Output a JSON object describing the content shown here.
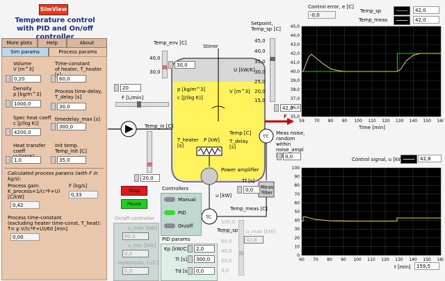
{
  "app": {
    "badge": "SimView",
    "title_line1": "Temperature control",
    "title_line2": "with PID and On/off controller"
  },
  "tabs": {
    "top": [
      "More plots",
      "Help",
      "About"
    ],
    "second": [
      "Sim params",
      "Process params"
    ]
  },
  "params": {
    "volume_label": "Volume\nV [m^3]",
    "volume": "0,20",
    "theater_label": "Time-constant\nof heater, T_heater [s]",
    "theater": "60,0",
    "density_label": "Density\np [kg/m^3]",
    "density": "1000,0",
    "delay_label": "Process time-delay,\nT_delay [s]",
    "delay": "30,0",
    "heatcoeff_label": "Spec heat coeff\nc [J/(kg K)]",
    "heatcoeff": "4200,0",
    "delaymax_label": "timedelay_max [s]",
    "delaymax": "300,0",
    "htc_label": "Heat transfer coeff\nU [kW/K]",
    "htc": "1,0",
    "inittemp_label": "Init temp.\nTemp_init [C]",
    "inittemp": "35,0",
    "calc_label": "Calculated process params (with F in kg/s):",
    "gain_label": "Process gain:\nK_process=1/(c*F+U)\n[C/kW]",
    "gain": "0,42",
    "fkgs_label": "F [kg/s]",
    "fkgs": "0,33",
    "ptc_label": "Process time-constant\n(excluding heater time-const, T_heat):\nT= p V/(c*F+U)/60 [min]",
    "ptc": "0,00"
  },
  "diagram": {
    "temp_env_label": "Temp_env [C]",
    "temp_env": "30,0",
    "stirrer": "Stirrer",
    "u_kwk": "U [kW/K]",
    "p_label": "p [kg/m^3]",
    "c_label": "c [J/(kg K)]",
    "v_label": "V [m^3]",
    "f_label": "F [L/min]",
    "f_value": "20",
    "temp_in_label": "Temp_in [C]",
    "temp_in": "20,0",
    "temp_c": "Temp [C]",
    "f_out": "F",
    "theater_lbl": "T_heater\n[s]",
    "p_kw": "P [kW]",
    "tdelay_lbl": "T_delay\n[s]",
    "power_amp": "Power amplifier",
    "u_kw": "u [kW]",
    "setpoint_label": "Setpoint,\nTemp_sp [C]",
    "setpoint": "42,0",
    "sp_ticks": [
      "45,0",
      "40,0",
      "35,0",
      "30,0",
      "25,0",
      "20,0",
      "15,0"
    ],
    "tt": "TT",
    "tc": "TC",
    "meas_noise": "Meas noise,\nrandom within\nnoise_ampl [C]:",
    "noise_value": "0,0",
    "tf_label": "Tf [s]",
    "tf_value": "0,0",
    "meas_filter": "Meas\nfilter",
    "temp_meas": "Temp_meas [C]",
    "temp_sp": "Temp_sp",
    "env_ticks": [
      "40,0",
      "30,0"
    ]
  },
  "buttons": {
    "stop": "Stop",
    "pause": "Pause"
  },
  "controllers": {
    "title": "Controllers",
    "manual": "Manual",
    "pid": "PID",
    "onoff": "On/off"
  },
  "onoff": {
    "title": "On/off controller",
    "umax_label": "u_max [kW]",
    "umax": "80,0",
    "umin_label": "u_min [kW]",
    "umin": "0,0",
    "hyst_label": "Hysteresis, h [C]",
    "hyst": "0,0"
  },
  "pid": {
    "title": "PID params",
    "kp_label": "Kp [kW/C]",
    "kp": "2,0",
    "ti_label": "Ti [s]",
    "ti": "300,0",
    "td_label": "Td [s]",
    "td": "0,0"
  },
  "uman": {
    "label": "u_man [kW]",
    "value": "42,8",
    "ticks": [
      "100,0",
      "80,0",
      "60,0",
      "40,0",
      "20,0",
      "0,0"
    ]
  },
  "top_chart": {
    "err_label": "Control error, e [C]",
    "err_value": "-0,0",
    "legend_sp": "Temp_sp",
    "legend_sp_value": "42,0",
    "legend_meas": "Temp_meas",
    "legend_meas_value": "42,0",
    "xlabel": "Time [min]",
    "sp_color": "#22c322",
    "meas_color": "#f0d040"
  },
  "bottom_chart": {
    "label": "Control signal, u [kW]",
    "value": "42,8",
    "xlabel": "t [min]",
    "t_value": "159,5",
    "u_color": "#f0d040"
  },
  "chart_data": [
    {
      "type": "line",
      "xlim": [
        59,
        160
      ],
      "ylim": [
        35,
        45
      ],
      "xticks": [
        59,
        70,
        80,
        90,
        100,
        110,
        120,
        130,
        140,
        150,
        160
      ],
      "yticks": [
        35,
        36,
        37,
        38,
        39,
        40,
        41,
        42,
        43,
        44,
        45
      ],
      "xlabel": "Time [min]",
      "series": [
        {
          "name": "Temp_sp",
          "x": [
            59,
            60,
            60,
            128.5,
            128.5,
            160
          ],
          "y": [
            40,
            40,
            40,
            40,
            42,
            42
          ]
        },
        {
          "name": "Temp_meas",
          "x": [
            59,
            60,
            62,
            64,
            66,
            70,
            75,
            80,
            85,
            90,
            100,
            110,
            125,
            128.5,
            131,
            135,
            140,
            145,
            150,
            160
          ],
          "y": [
            40,
            40,
            40.8,
            41.6,
            41.9,
            41.4,
            40.8,
            40.3,
            40.1,
            40.0,
            40.0,
            40.0,
            40.0,
            40.0,
            40.3,
            41.2,
            41.8,
            42,
            42,
            42
          ]
        }
      ]
    },
    {
      "type": "line",
      "xlim": [
        60,
        160
      ],
      "ylim": [
        0,
        100
      ],
      "xticks": [
        60,
        70,
        80,
        90,
        100,
        110,
        120,
        130,
        140,
        150,
        160
      ],
      "yticks": [
        0,
        10,
        20,
        30,
        40,
        50,
        60,
        70,
        80,
        90,
        100
      ],
      "xlabel": "t [min]",
      "series": [
        {
          "name": "Control signal, u [kW]",
          "x": [
            60,
            61,
            61,
            63,
            70,
            80,
            90,
            100,
            110,
            120,
            128.5,
            128.5,
            160
          ],
          "y": [
            39,
            39,
            44,
            44,
            41,
            39.5,
            39.2,
            39.0,
            39.0,
            39.0,
            39.0,
            42.8,
            42.8
          ]
        }
      ]
    }
  ]
}
